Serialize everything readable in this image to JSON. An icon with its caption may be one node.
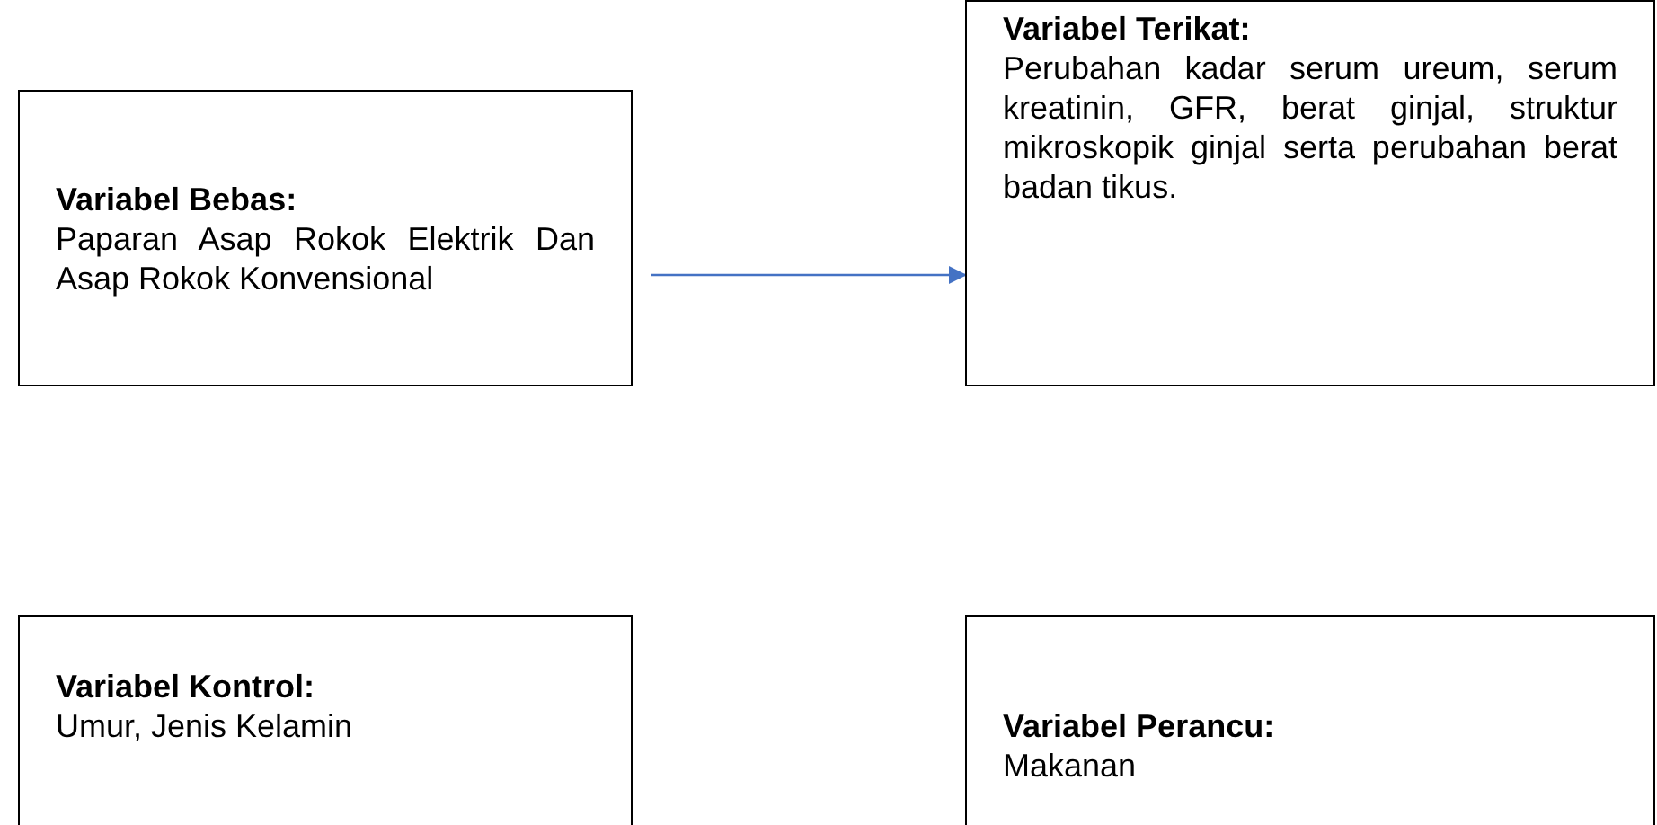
{
  "diagram": {
    "nodes": [
      {
        "text": [
          "Variabel Bebas:",
          "Paparan Asap Rokok Elektrik Dan Asap Rokok Konvensional"
        ]
      },
      {
        "text": [
          "Variabel Terikat:",
          "Perubahan kadar serum ureum, serum kreatinin, GFR, berat ginjal, struktur mikroskopik ginjal serta perubahan berat badan tikus."
        ]
      },
      {
        "text": [
          "Variabel Kontrol:",
          "Umur, Jenis Kelamin"
        ]
      },
      {
        "text": [
          "Variabel Perancu:",
          "Makanan"
        ]
      }
    ],
    "edges": [
      {
        "from": 0,
        "to": 1,
        "arrow": "to",
        "color": "#4472c4"
      }
    ]
  }
}
